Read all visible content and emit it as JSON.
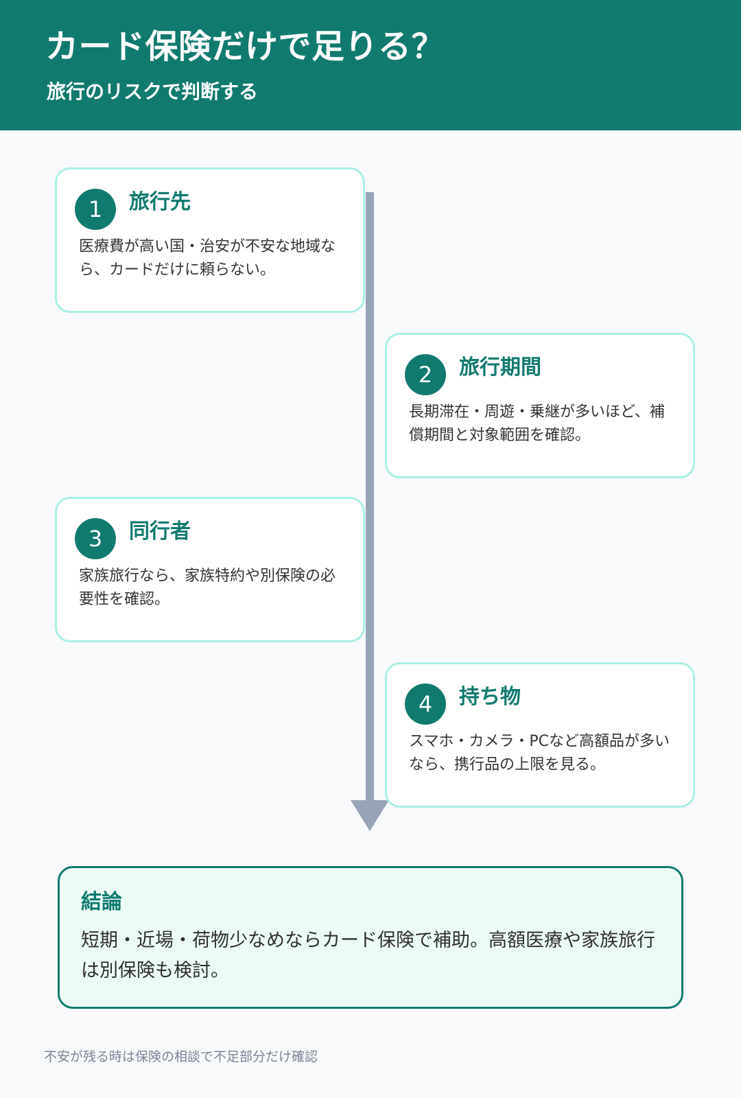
{
  "header": {
    "title": "カード保険だけで足りる？",
    "subtitle": "旅行のリスクで判断する"
  },
  "steps": [
    {
      "number": "1",
      "title": "旅行先",
      "description": "医療費が高い国・治安が不安な地域なら、カードだけに頼らない。"
    },
    {
      "number": "2",
      "title": "旅行期間",
      "description": "長期滞在・周遊・乗継が多いほど、補償期間と対象範囲を確認。"
    },
    {
      "number": "3",
      "title": "同行者",
      "description": "家族旅行なら、家族特約や別保険の必要性を確認。"
    },
    {
      "number": "4",
      "title": "持ち物",
      "description": "スマホ・カメラ・PCなど高額品が多いなら、携行品の上限を見る。"
    }
  ],
  "conclusion": {
    "title": "結論",
    "text": "短期・近場・荷物少なめならカード保険で補助。高額医療や家族旅行は別保険も検討。"
  },
  "footer": {
    "note": "不安が残る時は保険の相談で不足部分だけ確認"
  },
  "colors": {
    "accent": "#117a6f",
    "card_border": "#a9efe4",
    "flow_line": "#97a3b7",
    "conclusion_background": "#ecfbf5",
    "page_background": "#f7f9fb"
  }
}
